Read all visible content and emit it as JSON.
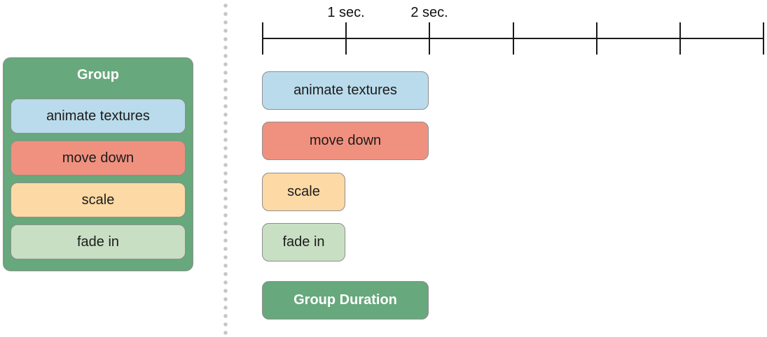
{
  "colors": {
    "panel_green": "#67a87c",
    "blue": "#badbeb",
    "salmon": "#f0917f",
    "peach": "#fcd9a5",
    "light_green": "#c8dfc3",
    "stroke_gray": "#8f8f8f",
    "axis_black": "#1a1a1a",
    "dot_gray": "#c6c6c6"
  },
  "diagram": {
    "group_panel": {
      "title": "Group",
      "actions": [
        {
          "id": "animate-textures",
          "label": "animate textures",
          "color": "#badbeb"
        },
        {
          "id": "move-down",
          "label": "move down",
          "color": "#f0917f"
        },
        {
          "id": "scale",
          "label": "scale",
          "color": "#fcd9a5"
        },
        {
          "id": "fade-in",
          "label": "fade in",
          "color": "#c8dfc3"
        }
      ]
    },
    "timeline": {
      "seconds_per_tick": 1,
      "tick_count": 7,
      "tick_labels": [
        {
          "tick_index": 1,
          "label": "1 sec."
        },
        {
          "tick_index": 2,
          "label": "2 sec."
        }
      ],
      "bars": [
        {
          "id": "animate-textures",
          "label": "animate textures",
          "duration_sec": 2.0,
          "color": "#badbeb"
        },
        {
          "id": "move-down",
          "label": "move down",
          "duration_sec": 2.0,
          "color": "#f0917f"
        },
        {
          "id": "scale",
          "label": "scale",
          "duration_sec": 1.0,
          "color": "#fcd9a5"
        },
        {
          "id": "fade-in",
          "label": "fade in",
          "duration_sec": 1.0,
          "color": "#c8dfc3"
        }
      ],
      "group_bar": {
        "label": "Group Duration",
        "duration_sec": 2.0,
        "color": "#67a87c"
      }
    }
  }
}
